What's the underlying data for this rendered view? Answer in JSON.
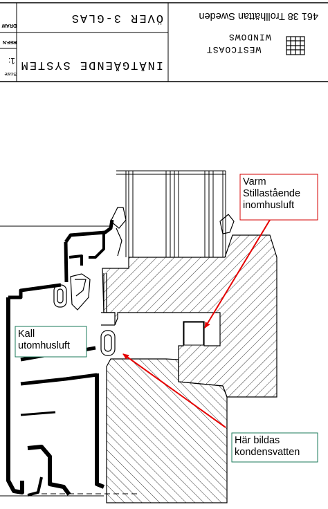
{
  "title_block": {
    "company_address": "461 38 Trollhättan Sweden",
    "company_name_line1": "WESTCOAST",
    "company_name_line2": "WINDOWS",
    "drawing_title": "ÖVER 3-GLAS",
    "system_name": "INÅTGÅENDE SYSTEM",
    "field_drawn": "DRAW",
    "field_ref": "REF.N",
    "field_scale": "Scale",
    "field_scale_value": "1:"
  },
  "annotations": {
    "warm_air": [
      "Varm",
      "Stillastående",
      "inomhusluft"
    ],
    "cold_air": [
      "Kall",
      "utomhusluft"
    ],
    "condensation": [
      "Här bildas",
      "kondensvatten"
    ]
  },
  "colors": {
    "warm_box_border": "#d40000",
    "cold_box_border": "#1a7a5a",
    "condensation_box_border": "#1a7a5a",
    "arrow": "#e60000",
    "line": "#000000"
  },
  "icons": [
    "window-logo-icon"
  ]
}
